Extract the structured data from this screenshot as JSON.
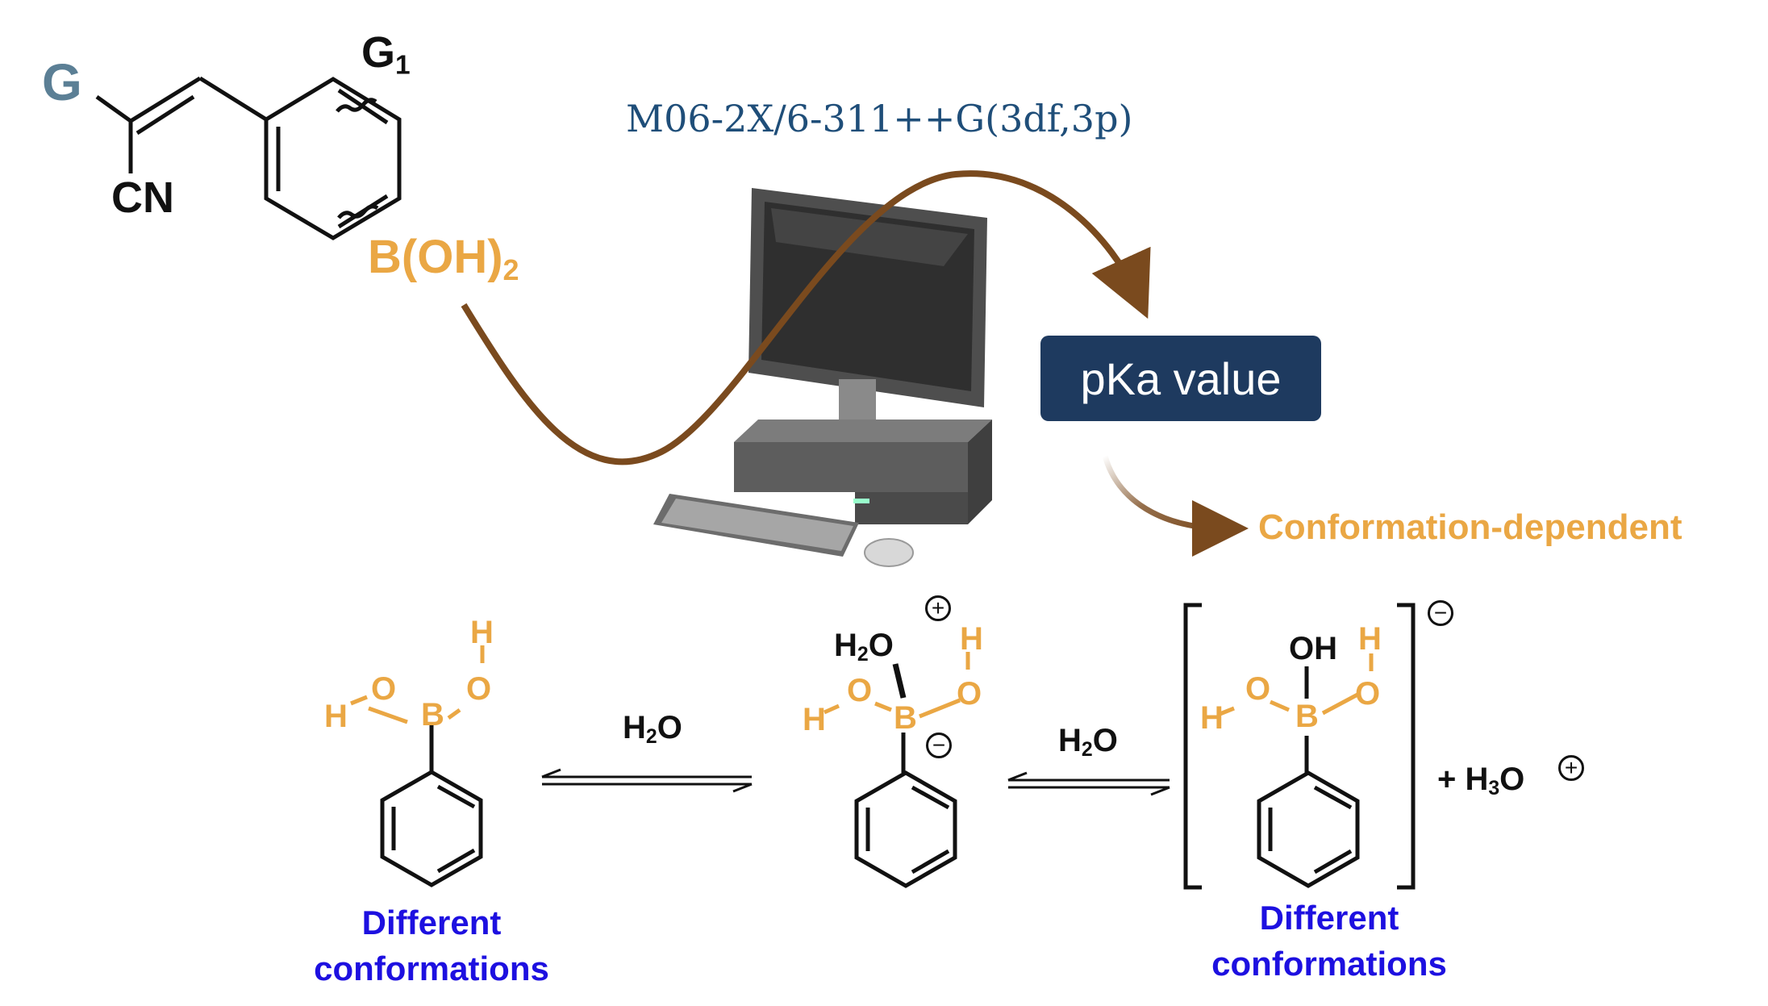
{
  "top_molecule": {
    "g_label": "G",
    "g1_label": "G",
    "g1_subscript": "1",
    "cn_label": "CN",
    "boronic_label": "B(OH)",
    "boronic_subscript": "2"
  },
  "method": "M06-2X/6-311++G(3df,3p)",
  "pka_box": "pKa value",
  "conformation_dependent": "Conformation-dependent",
  "reaction": {
    "step1_reagent": "H",
    "step1_reagent_sub": "2",
    "step1_reagent_tail": "O",
    "step2_reagent": "H",
    "step2_reagent_sub": "2",
    "step2_reagent_tail": "O",
    "product_plus": "+ H",
    "product_sub": "3",
    "product_tail": "O",
    "plus_charge": "+",
    "minus_charge": "−"
  },
  "molecules": {
    "m1": {
      "h_top": "H",
      "o_right": "O",
      "o_left": "O",
      "h_left": "H",
      "b": "B"
    },
    "m2": {
      "h2o": "H",
      "h2o_sub": "2",
      "h2o_tail": "O",
      "h_right": "H",
      "o_right": "O",
      "o_left": "O",
      "h_left": "H",
      "b": "B"
    },
    "m3": {
      "oh": "OH",
      "h_right": "H",
      "o_right": "O",
      "o_left": "O",
      "h_left": "H",
      "b": "B"
    }
  },
  "captions": {
    "left_line1": "Different",
    "left_line2": "conformations",
    "right_line1": "Different",
    "right_line2": "conformations"
  },
  "colors": {
    "orange": "#eaa744",
    "blue": "#1d10e0",
    "navy": "#1e3a5f",
    "brown_arrow": "#7a4a1e",
    "g_color": "#5b7f95"
  }
}
